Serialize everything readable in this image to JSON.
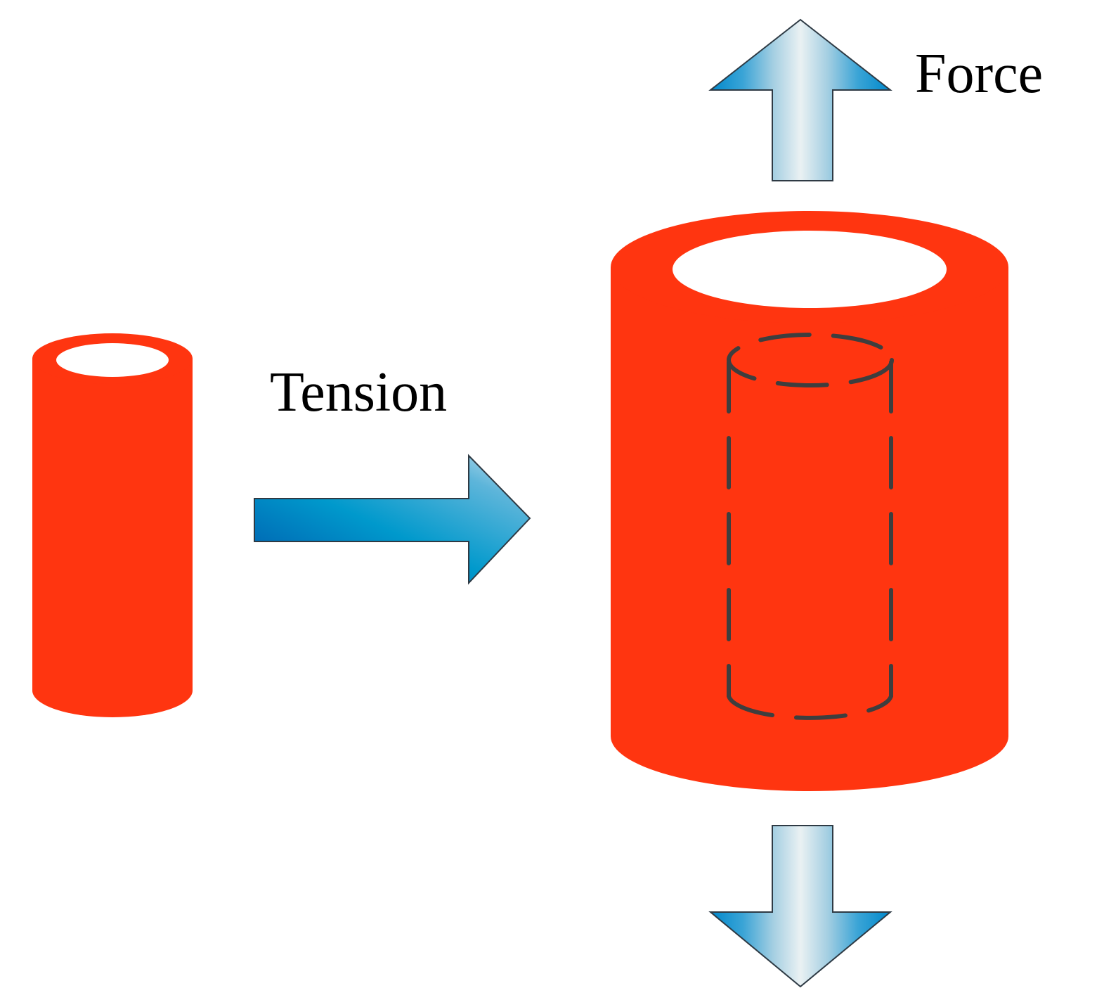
{
  "labels": {
    "tension": "Tension",
    "force": "Force"
  },
  "colors": {
    "cylinder_fill": "#FF3510",
    "cylinder_hole": "#FFFFFF",
    "dashed_outline": "#3E3E3E",
    "arrow_dark_blue": "#0066BB",
    "arrow_mid_blue": "#0099CC",
    "arrow_light": "#E8EEF0",
    "arrow_stroke": "#2E3A44",
    "text": "#000000"
  },
  "icons": {
    "small_cylinder": "small-red-tube",
    "large_cylinder": "large-red-tube",
    "original_outline": "dashed-cylinder-outline",
    "tension_arrow": "right-arrow",
    "force_up_arrow": "up-arrow",
    "force_down_arrow": "down-arrow"
  }
}
